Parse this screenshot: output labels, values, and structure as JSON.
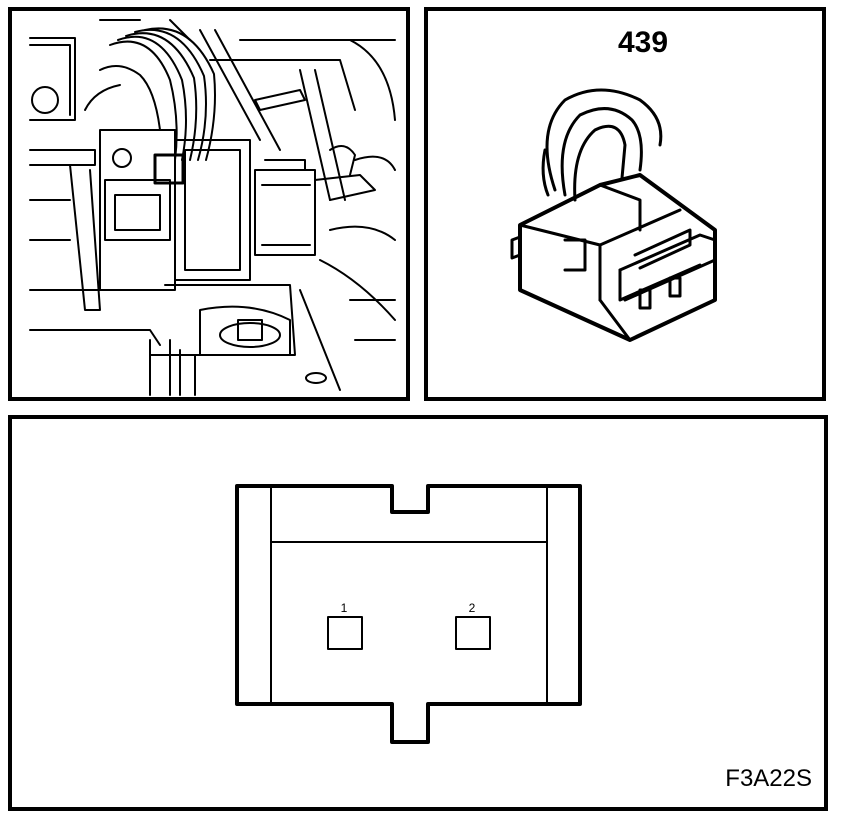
{
  "connector": {
    "number": "439",
    "pins": [
      {
        "label": "1"
      },
      {
        "label": "2"
      }
    ]
  },
  "figure_code": "F3A22S"
}
